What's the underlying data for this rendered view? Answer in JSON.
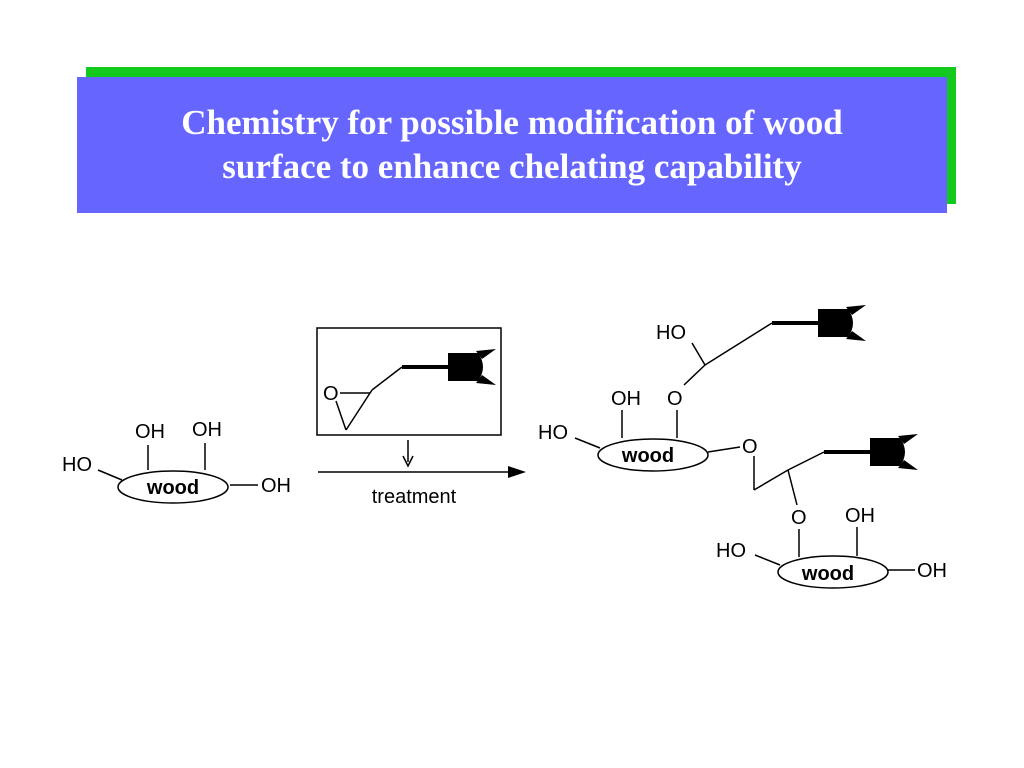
{
  "slide": {
    "title": "Chemistry for possible modification of wood\nsurface to enhance chelating capability"
  },
  "scheme": {
    "reactant": {
      "substrate": "wood",
      "groups": [
        "HO",
        "OH",
        "OH",
        "OH"
      ]
    },
    "reagent": {
      "epoxide_oxygen": "O"
    },
    "arrow_label": "treatment",
    "product": {
      "top_substrate": "wood",
      "top_groups": [
        "HO",
        "OH",
        "O",
        "HO"
      ],
      "bridge_oxygen": "O",
      "lower_oxygen": "O",
      "bottom_substrate": "wood",
      "bottom_groups": [
        "HO",
        "OH",
        "OH"
      ]
    }
  }
}
